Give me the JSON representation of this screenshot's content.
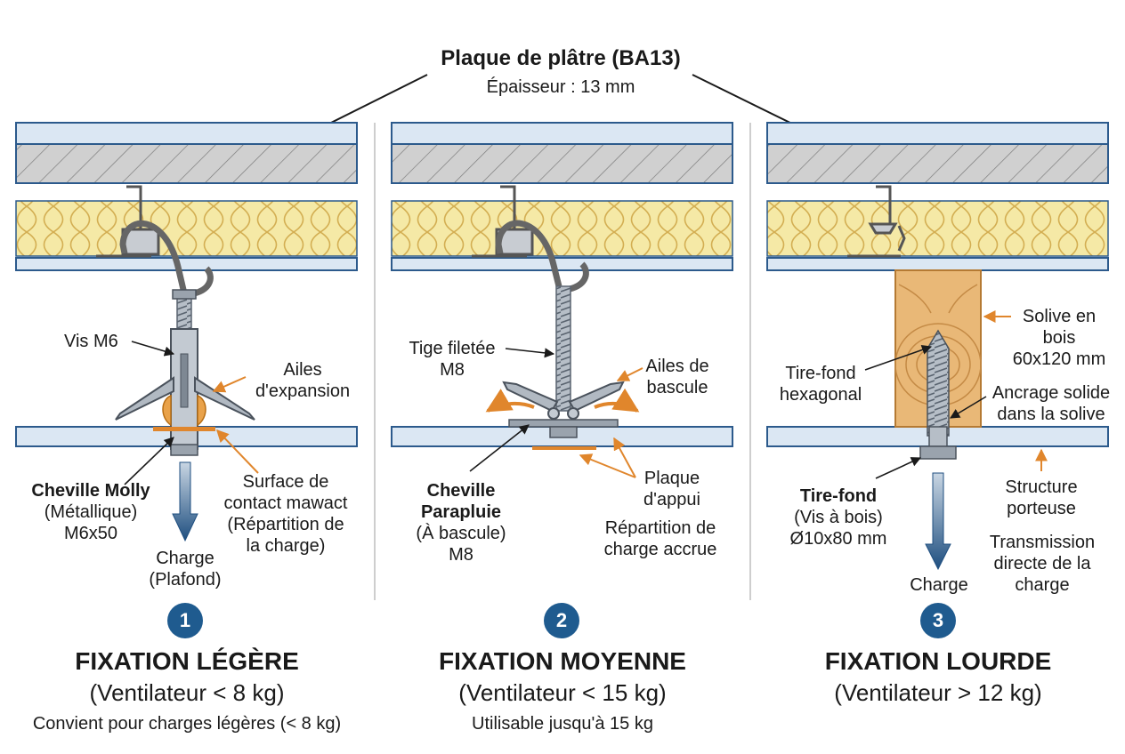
{
  "header": {
    "title": "Plaque de plâtre (BA13)",
    "subtitle": "Épaisseur : 13 mm"
  },
  "colors": {
    "drywall": "#dbe7f3",
    "board_stroke": "#2c5a8c",
    "insulation": "#f5e9a6",
    "wood": "#e9b877",
    "orange": "#e0862c",
    "steel": "#b9c2cb",
    "badge": "#1f5b8f"
  },
  "panels": [
    {
      "badge": "1",
      "title": "FIXATION LÉGÈRE",
      "load": "(Ventilateur < 8 kg)",
      "note": "Convient pour charges légères (< 8 kg)",
      "labels": {
        "screw": "Vis M6",
        "wings": [
          "Ailes",
          "d'expansion"
        ],
        "anchor": [
          "Cheville Molly",
          "(Métallique)",
          "M6x50"
        ],
        "contact": [
          "Surface de",
          "contact mawact",
          "(Répartition de",
          "la charge)"
        ],
        "load_arrow": [
          "Charge",
          "(Plafond)"
        ]
      }
    },
    {
      "badge": "2",
      "title": "FIXATION MOYENNE",
      "load": "(Ventilateur < 15 kg)",
      "note": "Utilisable jusqu'à 15 kg",
      "labels": {
        "rod": [
          "Tige filetée",
          "M8"
        ],
        "wings": [
          "Ailes de",
          "bascule"
        ],
        "anchor": [
          "Cheville",
          "Parapluie",
          "(À bascule)",
          "M8"
        ],
        "plate": [
          "Plaque",
          "d'appui"
        ],
        "distribution": [
          "Répartition de",
          "charge accrue"
        ]
      }
    },
    {
      "badge": "3",
      "title": "FIXATION LOURDE",
      "load": "(Ventilateur > 12 kg)",
      "labels": {
        "joist": [
          "Solive en",
          "bois",
          "60x120 mm"
        ],
        "lag_screw": [
          "Tire-fond",
          "hexagonal"
        ],
        "anchoring": [
          "Ancrage solide",
          "dans la solive"
        ],
        "anchor": [
          "Tire-fond",
          "(Vis à bois)",
          "Ø10x80 mm"
        ],
        "load_arrow": "Charge",
        "structure": [
          "Structure",
          "porteuse"
        ],
        "transmission": [
          "Transmission",
          "directe de la",
          "charge"
        ]
      }
    }
  ]
}
